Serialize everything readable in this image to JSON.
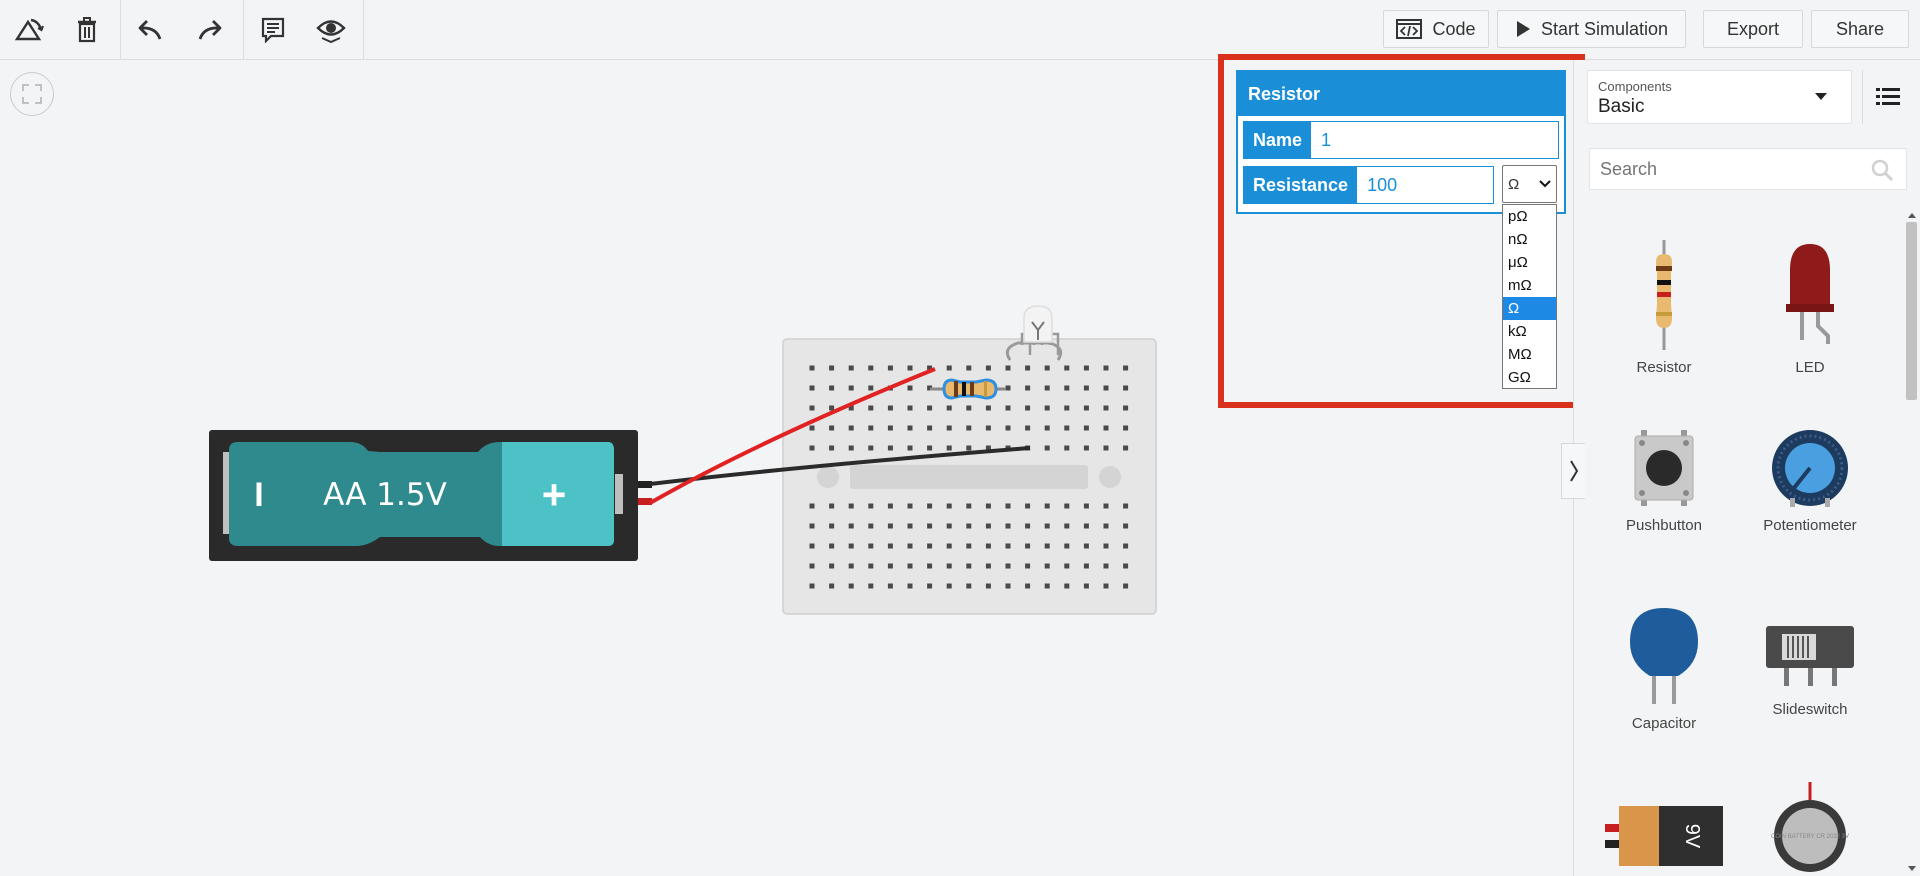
{
  "toolbar": {
    "code_label": "Code",
    "sim_label": "Start Simulation",
    "export_label": "Export",
    "share_label": "Share"
  },
  "battery": {
    "label": "AA 1.5V",
    "minus": "I",
    "plus": "+"
  },
  "inspector": {
    "title": "Resistor",
    "name_label": "Name",
    "name_value": "1",
    "resistance_label": "Resistance",
    "resistance_value": "100",
    "unit_selected": "Ω",
    "unit_options": [
      "pΩ",
      "nΩ",
      "μΩ",
      "mΩ",
      "Ω",
      "kΩ",
      "MΩ",
      "GΩ"
    ]
  },
  "sidebar": {
    "components_label": "Components",
    "category": "Basic",
    "search_placeholder": "Search",
    "items": [
      "Resistor",
      "LED",
      "Pushbutton",
      "Potentiometer",
      "Capacitor",
      "Slideswitch"
    ],
    "battery9v_label": "9V",
    "coin_label": "COIN BATTERY CR 2032 3V"
  },
  "colors": {
    "accent": "#1b8ed8",
    "highlight": "#d9311c",
    "battery_teal": "#2f8a8d",
    "battery_cyan": "#4cc2c6",
    "wire_red": "#e02222"
  }
}
